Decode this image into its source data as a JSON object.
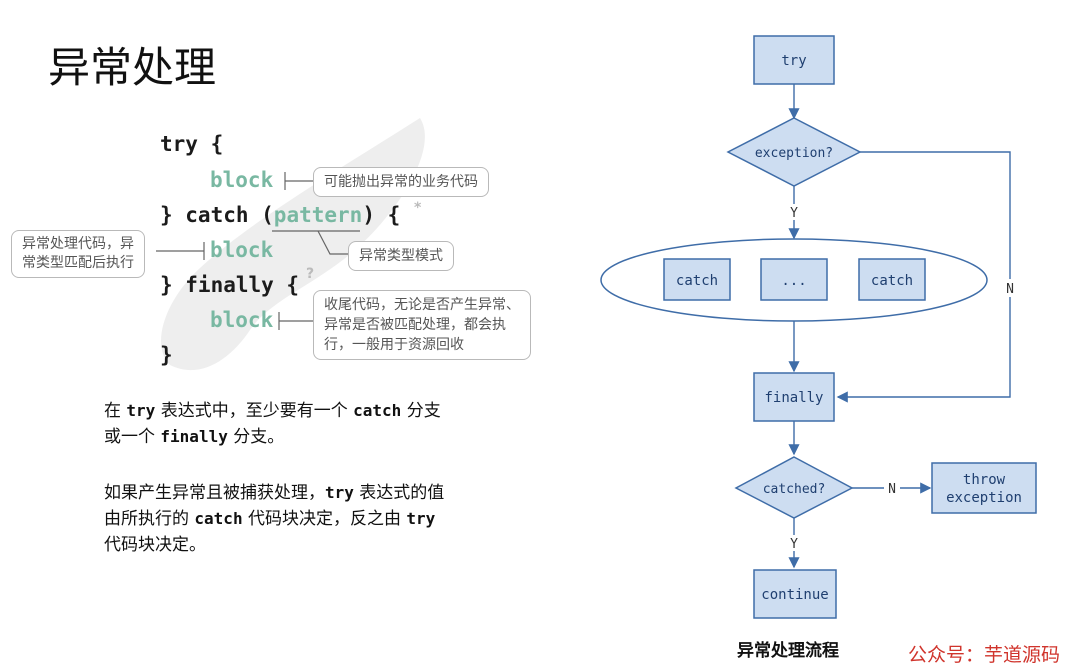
{
  "title": "异常处理",
  "code": {
    "line1": "try {",
    "line2": "block",
    "line3_a": "} catch (",
    "line3_b": "pattern",
    "line3_c": ") {",
    "line4": "block",
    "line5": "} finally {",
    "line6": "block",
    "line7": "}"
  },
  "marks": {
    "star": "*",
    "question": "?"
  },
  "callouts": {
    "try_block": "可能抛出异常的业务代码",
    "pattern": "异常类型模式",
    "catch_block_l1": "异常处理代码，异",
    "catch_block_l2": "常类型匹配后执行",
    "finally_l1": "收尾代码，无论是否产生异常、",
    "finally_l2": "异常是否被匹配处理，都会执",
    "finally_l3": "行，一般用于资源回收"
  },
  "paragraph1": {
    "t1": "在 ",
    "c1": "try",
    "t2": " 表达式中，至少要有一个 ",
    "c2": "catch",
    "t3": " 分支",
    "t4": "或一个 ",
    "c3": "finally",
    "t5": " 分支。"
  },
  "paragraph2": {
    "t1": "如果产生异常且被捕获处理，",
    "c1": "try",
    "t2": " 表达式的值",
    "t3": "由所执行的 ",
    "c2": "catch",
    "t4": " 代码块决定，反之由 ",
    "c3": "try",
    "t5": "代码块决定。"
  },
  "flowchart": {
    "caption": "异常处理流程",
    "try": "try",
    "exception": "exception?",
    "y1": "Y",
    "n1": "N",
    "catch1": "catch",
    "dots": "...",
    "catch2": "catch",
    "finally": "finally",
    "catched": "catched?",
    "n2": "N",
    "throw_l1": "throw",
    "throw_l2": "exception",
    "y2": "Y",
    "continue": "continue",
    "colors": {
      "box_fill": "#cdddf1",
      "box_stroke": "#3f6da8",
      "line": "#3f6da8"
    }
  },
  "watermark": "公众号：芋道源码"
}
